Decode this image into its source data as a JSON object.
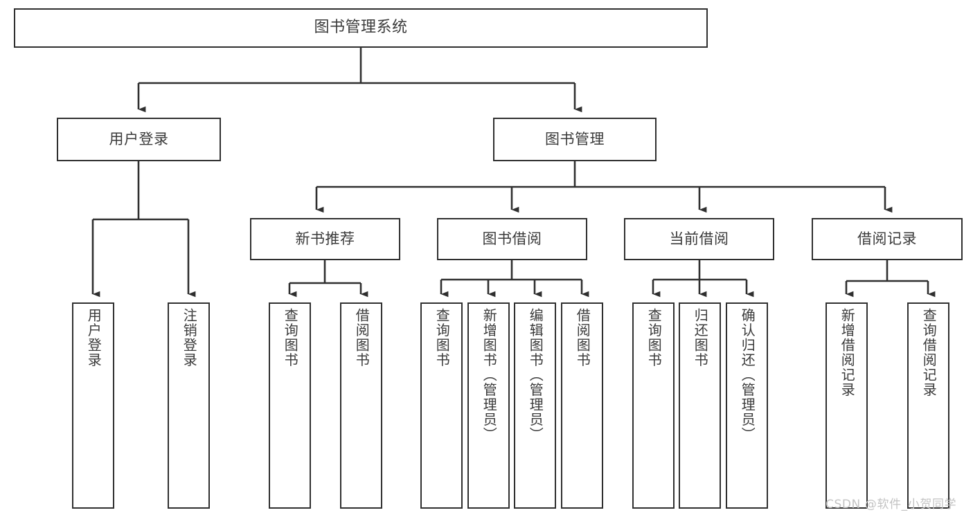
{
  "diagram": {
    "type": "tree",
    "title": "图书管理系统",
    "orientation": "top-down",
    "colors": {
      "stroke": "#2f2f2f",
      "fill": "#ffffff",
      "text": "#3a3a3a",
      "watermark": "#c3c3c3"
    },
    "root": {
      "label": "图书管理系统"
    },
    "level2": [
      {
        "label": "用户登录"
      },
      {
        "label": "图书管理"
      }
    ],
    "level3": [
      {
        "label": "新书推荐"
      },
      {
        "label": "图书借阅"
      },
      {
        "label": "当前借阅"
      },
      {
        "label": "借阅记录"
      }
    ],
    "leaves": {
      "user_login": [
        {
          "label": "用户登录"
        },
        {
          "label": "注销登录"
        }
      ],
      "new_book_recommend": [
        {
          "label": "查询图书"
        },
        {
          "label": "借阅图书"
        }
      ],
      "book_borrow": [
        {
          "label": "查询图书"
        },
        {
          "label": "新增图书（管理员）"
        },
        {
          "label": "编辑图书（管理员）"
        },
        {
          "label": "借阅图书"
        }
      ],
      "current_borrow": [
        {
          "label": "查询图书"
        },
        {
          "label": "归还图书"
        },
        {
          "label": "确认归还（管理员）"
        }
      ],
      "borrow_records": [
        {
          "label": "新增借阅记录"
        },
        {
          "label": "查询借阅记录"
        }
      ]
    }
  },
  "watermark": {
    "text": "CSDN @软件_小贺同学"
  }
}
